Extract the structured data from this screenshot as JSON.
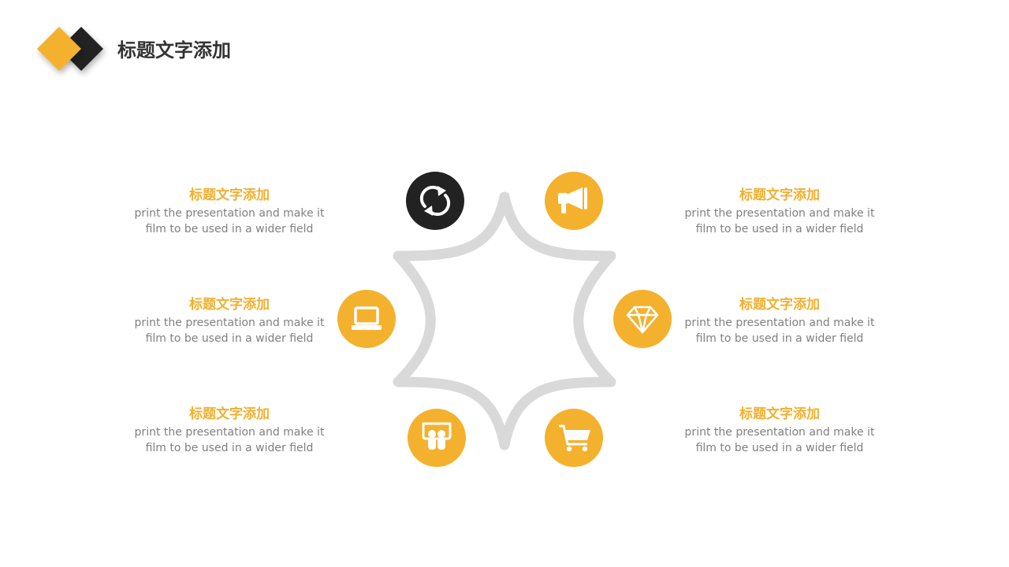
{
  "slide": {
    "title": "标题文字添加",
    "colors": {
      "accent": "#f4b12e",
      "dark": "#222222",
      "ring": "#d9d9d9",
      "text_muted": "#808080",
      "title_text": "#333333"
    }
  },
  "nodes": [
    {
      "icon": "refresh-icon",
      "color": "#222222"
    },
    {
      "icon": "megaphone-icon",
      "color": "#f4b12e"
    },
    {
      "icon": "laptop-icon",
      "color": "#f4b12e"
    },
    {
      "icon": "diamond-icon",
      "color": "#f4b12e"
    },
    {
      "icon": "slideshare-icon",
      "color": "#f4b12e"
    },
    {
      "icon": "shopping-cart-icon",
      "color": "#f4b12e"
    }
  ],
  "blocks": [
    {
      "title": "标题文字添加",
      "line1": "print the presentation and make it",
      "line2": "film to be used in a wider field"
    },
    {
      "title": "标题文字添加",
      "line1": "print the presentation and make it",
      "line2": "film to be used in a wider field"
    },
    {
      "title": "标题文字添加",
      "line1": "print the presentation and make it",
      "line2": "film to be used in a wider field"
    },
    {
      "title": "标题文字添加",
      "line1": "print the presentation and make it",
      "line2": "film to be used in a wider field"
    },
    {
      "title": "标题文字添加",
      "line1": "print the presentation and make it",
      "line2": "film to be used in a wider field"
    },
    {
      "title": "标题文字添加",
      "line1": "print the presentation and make it",
      "line2": "film to be used in a wider field"
    }
  ]
}
